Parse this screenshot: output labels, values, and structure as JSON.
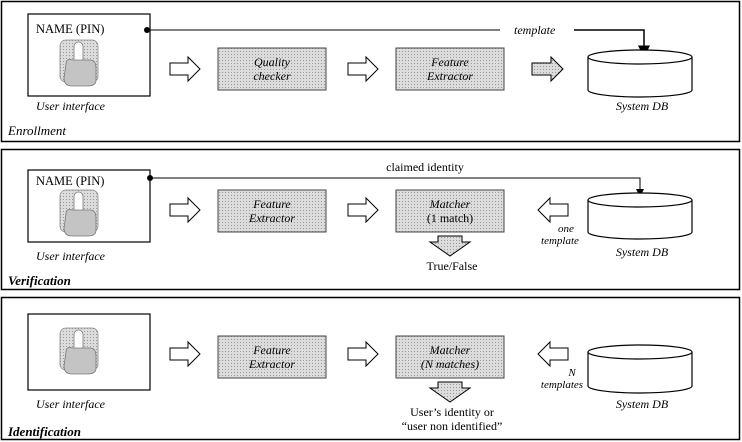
{
  "panels": [
    {
      "id": "enrollment",
      "section_label": "Enrollment",
      "label_style": "italic",
      "user_box": {
        "name_label": "NAME (PIN)",
        "caption": "User interface"
      },
      "blocks": [
        {
          "line1": "Quality",
          "line2": "checker"
        },
        {
          "line1": "Feature",
          "line2": "Extractor"
        }
      ],
      "db_label": "System DB",
      "flow_label": "template"
    },
    {
      "id": "verification",
      "section_label": "Verification",
      "label_style": "bold-italic",
      "user_box": {
        "name_label": "NAME (PIN)",
        "caption": "User interface"
      },
      "blocks": [
        {
          "line1": "Feature",
          "line2": "Extractor"
        },
        {
          "line1": "Matcher",
          "line2": "(1 match)"
        }
      ],
      "db_label": "System DB",
      "flow_label": "claimed identity",
      "db_to_matcher_label": [
        "one",
        "template"
      ],
      "result": "True/False"
    },
    {
      "id": "identification",
      "section_label": "Identification",
      "label_style": "bold-italic",
      "user_box": {
        "name_label": "",
        "caption": "User interface"
      },
      "blocks": [
        {
          "line1": "Feature",
          "line2": "Extractor"
        },
        {
          "line1": "Matcher",
          "line2": "(N matches)"
        }
      ],
      "db_label": "System DB",
      "db_to_matcher_label": [
        "N",
        "templates"
      ],
      "result": [
        "User’s identity or",
        "“user non identified”"
      ]
    }
  ],
  "colors": {
    "block_fill": "#d6d6d6",
    "block_stroke": "#444444",
    "line": "#000000",
    "arrow_fill": "#ffffff",
    "hand_fill": "#b8b8b8"
  }
}
